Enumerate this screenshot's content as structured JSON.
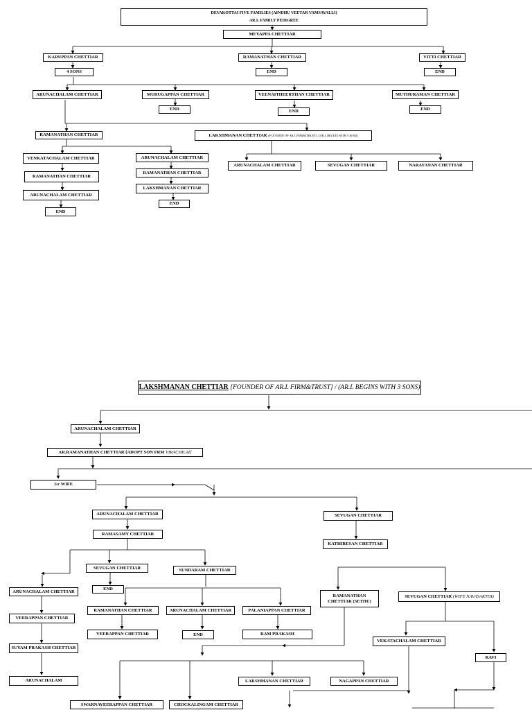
{
  "header": {
    "title": "DEVAKOTTAI FIVE FAMILIES (AINDHU VEETAR VAMSAVALLI)",
    "subtitle": "AR.L FAMILY PEDIGREE"
  },
  "top": {
    "meyappa": "MEYAPPA CHETTIAR",
    "karuppan": "KARUPPAN CHETTIAR",
    "ramanathan": "RAMANATHAN CHETTIAR",
    "vitti": "VITTI CHETTIAR",
    "four_sons": "4 SONS",
    "end_ramanathan": "END",
    "end_vitti": "END",
    "arunachalam": "ARUNACHALAM CHETTIAR",
    "murugappan": "MURUGAPPAN CHETTIAR",
    "veenaitheerthan": "VEENAITHEERTHAN CHETTIAR",
    "muthuraman": "MUTHURAMAN CHETTIAR",
    "end_murugappan": "END",
    "end_veenaitheerthan": "END",
    "end_muthuraman": "END",
    "ramanathan2": "RAMANATHAN CHETTIAR",
    "lakshmanan_name": "LAKSHMANAN CHETTIAR",
    "lakshmanan_note": "(FOUNDER OF AR.L FIRM&TRUST) /   (AR.L BEGINS WITH 3 SONS)",
    "venkatachalam": "VENKATACHALAM CHETTIAR",
    "ramanathan3": "RAMANATHAN CHETTIAR",
    "arunachalam3": "ARUNACHALAM CHETTIAR",
    "end_left": "END",
    "arunachalam2": "ARUNACHALAM CHETTIAR",
    "ramanathan4": "RAMANATHAN CHETTIAR",
    "lakshmanan2": "LAKSHMANAN CHETTIAR",
    "end_mid": "END",
    "l_arunachalam": "ARUNACHALAM CHETTIAR",
    "l_sevugan": "SEVUGAN CHETTIAR",
    "l_narayanan": "NARAYANAN CHETTIAR"
  },
  "bottom": {
    "title_name": "LAKSHMANAN CHETTIAR",
    "title_note": "[FOUNDER OF AR.L FIRM&TRUST] / (AR.L BEGINS WITH 3 SONS)",
    "arunachalam": "ARUNACHALAM CHETTIAR",
    "ar_ramanathan": "AR.RAMANATHAN CHETTIAR [ADOPT SON FRM",
    "ar_ramanathan_place": "VIRACHILAI]",
    "wife_num": "1",
    "wife_sup": "ST",
    "wife_label": "WIFE",
    "arunachalam2": "ARUNACHALAM CHETTIAR",
    "sevugan": "SEVUGAN CHETTIAR",
    "ramasamy": "RAMASAMY CHETTIAR",
    "kathiresan": "KATHIRESAN CHETTIAR",
    "sevugan2": "SEVUGAN CHETTIAR",
    "end_sevugan2": "END",
    "sundaram": "SUNDARAM CHETTIAR",
    "arunachalam_l": "ARUNACHALAM CHETTIAR",
    "veerappan_l": "VEERAPPAN CHETTIAR",
    "suyam": "SUYAM PRAKASH CHETTIAR",
    "arunachalam_plain": "ARUNACHALAM",
    "ramanathan_s": "RAMANATHAN CHETTIAR",
    "arunachalam_s": "ARUNACHALAM CHETTIAR",
    "palaniappan": "PALANIAPPAN CHETTIAR",
    "veerappan_s": "VEERAPPAN CHETTIAR",
    "end_arunachalam_s": "END",
    "ram_prakash": "RAM PRAKASH",
    "ramanathan_sethu_1": "RAMANATHAN",
    "ramanathan_sethu_2": "CHETTIAR (SETHU)",
    "sevugan3": "SEVUGAN CHETTIAR",
    "sevugan3_wife": "(WIFE NAVASAKTHI)",
    "vekatachalam": "VEKATACHALAM CHETTIAR",
    "ravi": "RAVI",
    "lakshmanan": "LAKSHMANAN CHETTIAR",
    "nagappan": "NAGAPPAN CHETTIAR",
    "swarnaveerappan": "SWARNAVEERAPPAN CHETTIAR",
    "chockalingam": "CHOCKALINGAM CHETTIAR"
  }
}
